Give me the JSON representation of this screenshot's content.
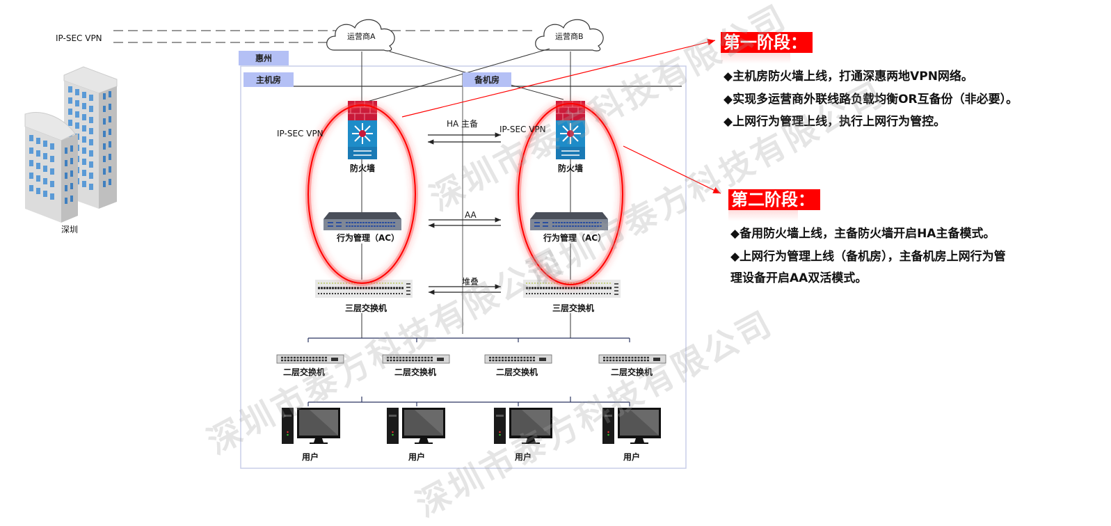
{
  "vpn_label_top": "IP-SEC VPN",
  "vpn_label_main": "IP-SEC VPN",
  "vpn_label_center": "IP-SEC VPN",
  "shenzhen_label": "深圳",
  "isp_a": "运营商A",
  "isp_b": "运营商B",
  "huizhou_tag": "惠州",
  "main_room_tag": "主机房",
  "backup_room_tag": "备机房",
  "firewall_label": "防火墙",
  "ac_label": "行为管理（AC）",
  "l3_switch_label": "三层交换机",
  "l2_switch_label": "二层交换机",
  "user_label": "用户",
  "link_ha": "HA 主备",
  "link_aa": "AA",
  "link_stack": "堆叠",
  "watermark": "深圳市泰方科技有限公司",
  "colors": {
    "highlight_red": "#ff0000",
    "tag_blue": "#b4c0f5",
    "firewall_red": "#c8193a",
    "firewall_blue": "#1e8cc8"
  },
  "stage1": {
    "title": "第一阶段：",
    "bullets": [
      "◆主机房防火墙上线，打通深惠两地VPN网络。",
      "◆实现多运营商外联线路负载均衡OR互备份（非必要）。",
      "◆上网行为管理上线，执行上网行为管控。"
    ]
  },
  "stage2": {
    "title": "第二阶段：",
    "bullets": [
      "◆备用防火墙上线，主备防火墙开启HA主备模式。",
      "◆上网行为管理上线（备机房），主备机房上网行为管",
      "理设备开启AA双活模式。"
    ]
  }
}
